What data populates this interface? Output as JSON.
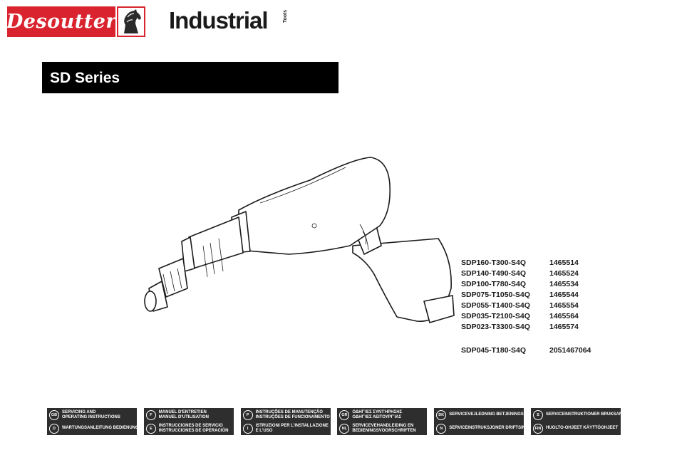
{
  "header": {
    "logo_text": "Desoutter",
    "brand_word": "Industrial",
    "brand_small": "Tools"
  },
  "series_title": "SD Series",
  "models": [
    {
      "code": "SDP160-T300-S4Q",
      "number": "1465514"
    },
    {
      "code": "SDP140-T490-S4Q",
      "number": "1465524"
    },
    {
      "code": "SDP100-T780-S4Q",
      "number": "1465534"
    },
    {
      "code": "SDP075-T1050-S4Q",
      "number": "1465544"
    },
    {
      "code": "SDP055-T1400-S4Q",
      "number": "1465554"
    },
    {
      "code": "SDP035-T2100-S4Q",
      "number": "1465564"
    },
    {
      "code": "SDP023-T3300-S4Q",
      "number": "1465574"
    }
  ],
  "model_extra": {
    "code": "SDP045-T180-S4Q",
    "number": "2051467064"
  },
  "languages": [
    [
      {
        "code": "GB",
        "label": "Servicing and Operating Instructions"
      },
      {
        "code": "D",
        "label": "Wartungsanleitung Bedienungsanleitung"
      }
    ],
    [
      {
        "code": "F",
        "label": "Manuel d'entretien Manuel d'utilisation"
      },
      {
        "code": "E",
        "label": "Instrucciones de Servicio Instrucciones de Operación"
      }
    ],
    [
      {
        "code": "P",
        "label": "Instruções de Manutenção Instruções de Funcionamento"
      },
      {
        "code": "I",
        "label": "Istruzioni per l'Installazione e l'Uso"
      }
    ],
    [
      {
        "code": "GR",
        "label": "Οδηγίες Συντήρησης Οδηγίες Λειτουργίας"
      },
      {
        "code": "NL",
        "label": "Servicevehandleiding en Bedieningsvoorschriften"
      }
    ],
    [
      {
        "code": "DK",
        "label": "Servicevejledning Betjeningsvejledning"
      },
      {
        "code": "N",
        "label": "Serviceinstruksjoner Driftsinstruksjoner"
      }
    ],
    [
      {
        "code": "S",
        "label": "Serviceinstruktioner Bruksanvisning"
      },
      {
        "code": "FIN",
        "label": "Huolto-ohjeet Käyttöohjeet"
      }
    ]
  ],
  "colors": {
    "brand_red": "#d9232e",
    "bar": "#000000",
    "lang_box": "#2e2e2e"
  }
}
